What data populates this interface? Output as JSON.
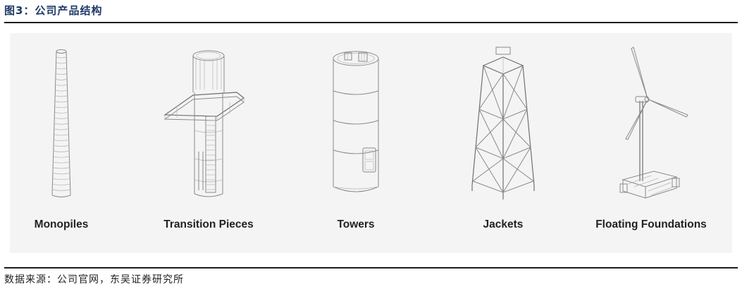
{
  "figure": {
    "title": "图3：公司产品结构"
  },
  "products": [
    {
      "label": "Monopiles",
      "icon": "monopile-icon"
    },
    {
      "label": "Transition Pieces",
      "icon": "transition-piece-icon"
    },
    {
      "label": "Towers",
      "icon": "tower-icon"
    },
    {
      "label": "Jackets",
      "icon": "jacket-icon"
    },
    {
      "label": "Floating Foundations",
      "icon": "floating-foundation-icon"
    }
  ],
  "source": {
    "text": "数据来源：公司官网，东吴证券研究所"
  },
  "colors": {
    "title": "#1f3a66",
    "rule": "#1c1c1c",
    "panel": "#f4f4f4",
    "line_art": "#8a8a8a"
  }
}
